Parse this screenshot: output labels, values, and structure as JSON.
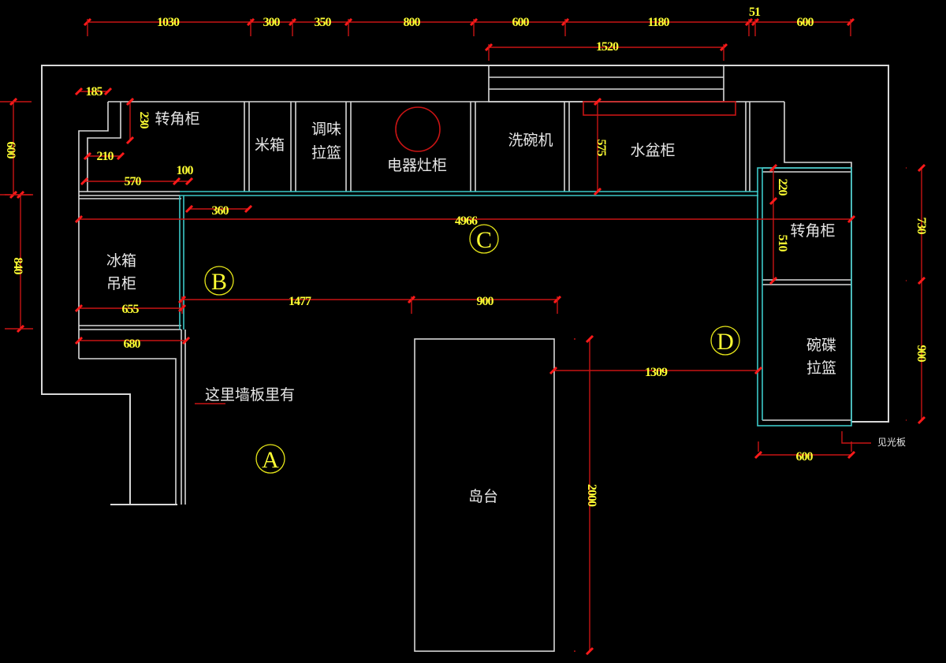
{
  "drawing": {
    "colors": {
      "background": "#000000",
      "walls": "#d8d8d8",
      "cabinet_front": "#3cc8c8",
      "dimension_line": "#c81414",
      "dimension_text": "#ffff33",
      "labels": "#e6e6e6",
      "markers": "#ffff33"
    },
    "top_dimensions": [
      "1030",
      "300",
      "350",
      "800",
      "600",
      "1180",
      "51",
      "600"
    ],
    "top_dimension_secondary": "1520",
    "cabinets": {
      "corner_left": "转角柜",
      "rice_box": "米箱",
      "seasoning_basket_1": "调味",
      "seasoning_basket_2": "拉篮",
      "stove_cabinet": "电器灶柜",
      "dishwasher": "洗碗机",
      "sink_cabinet": "水盆柜",
      "fridge_wall_cabinet_1": "冰箱",
      "fridge_wall_cabinet_2": "吊柜",
      "corner_right": "转角柜",
      "dish_basket_1": "碗碟",
      "dish_basket_2": "拉篮",
      "island": "岛台"
    },
    "notes": {
      "wall_panel_note": "这里墙板里有",
      "light_panel_note": "见光板"
    },
    "markers": [
      "A",
      "B",
      "C",
      "D"
    ],
    "dimensions": {
      "d185": "185",
      "d230": "230",
      "d210": "210",
      "d570": "570",
      "d100": "100",
      "d360": "360",
      "d4966": "4966",
      "d575": "575",
      "d220": "220",
      "d510": "510",
      "d600_left": "600",
      "d840": "840",
      "d655": "655",
      "d680": "680",
      "d1477": "1477",
      "d900": "900",
      "d1309": "1309",
      "d2000": "2000",
      "d730": "730",
      "d900_right": "900",
      "d600_bottom": "600"
    }
  }
}
